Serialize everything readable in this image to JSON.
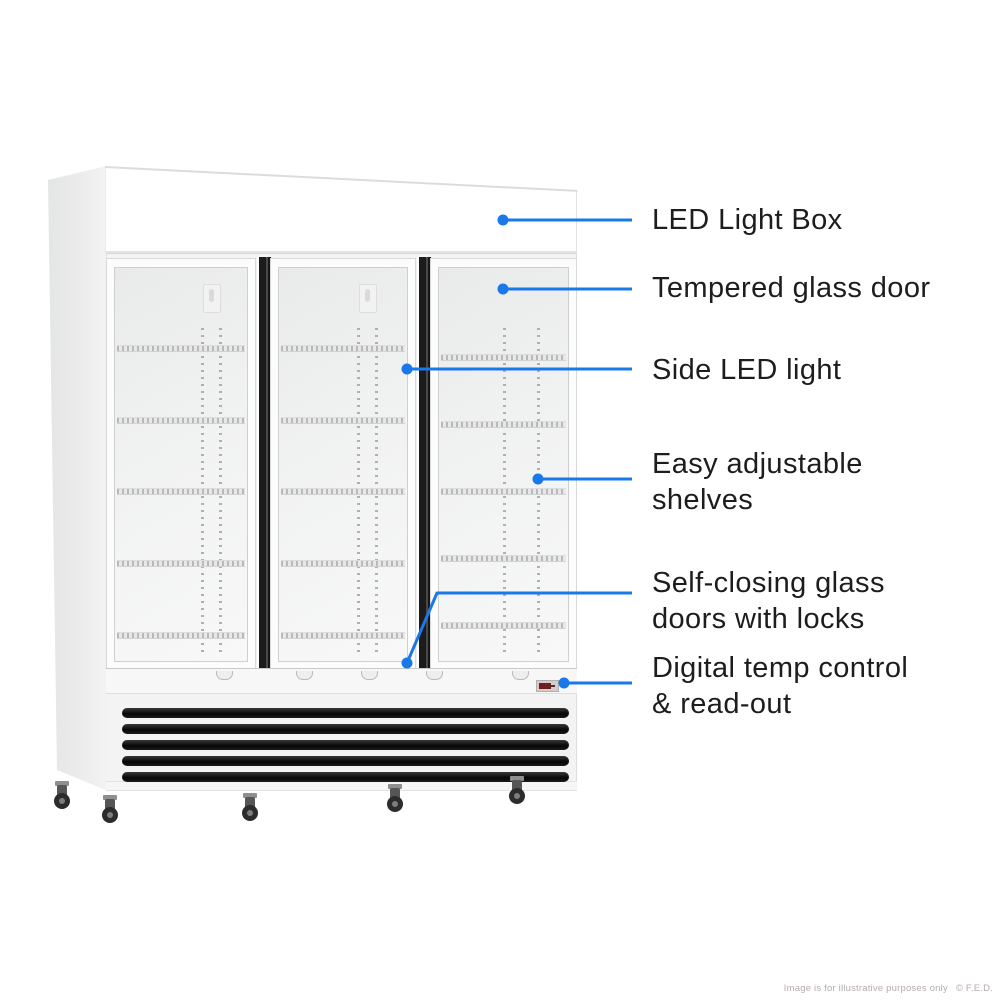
{
  "accent_color": "#1a78e8",
  "callouts": [
    {
      "id": "led-light-box",
      "label": "LED Light Box"
    },
    {
      "id": "tempered-glass-door",
      "label": "Tempered glass door"
    },
    {
      "id": "side-led-light",
      "label": "Side LED light"
    },
    {
      "id": "adjustable-shelves",
      "label": "Easy adjustable\nshelves"
    },
    {
      "id": "self-closing-doors",
      "label": "Self-closing glass\ndoors with locks"
    },
    {
      "id": "digital-temp-control",
      "label": "Digital temp control\n& read-out"
    }
  ],
  "footer": {
    "disclaimer": "Image is for illustrative purposes only",
    "copyright": "© F.E.D."
  }
}
